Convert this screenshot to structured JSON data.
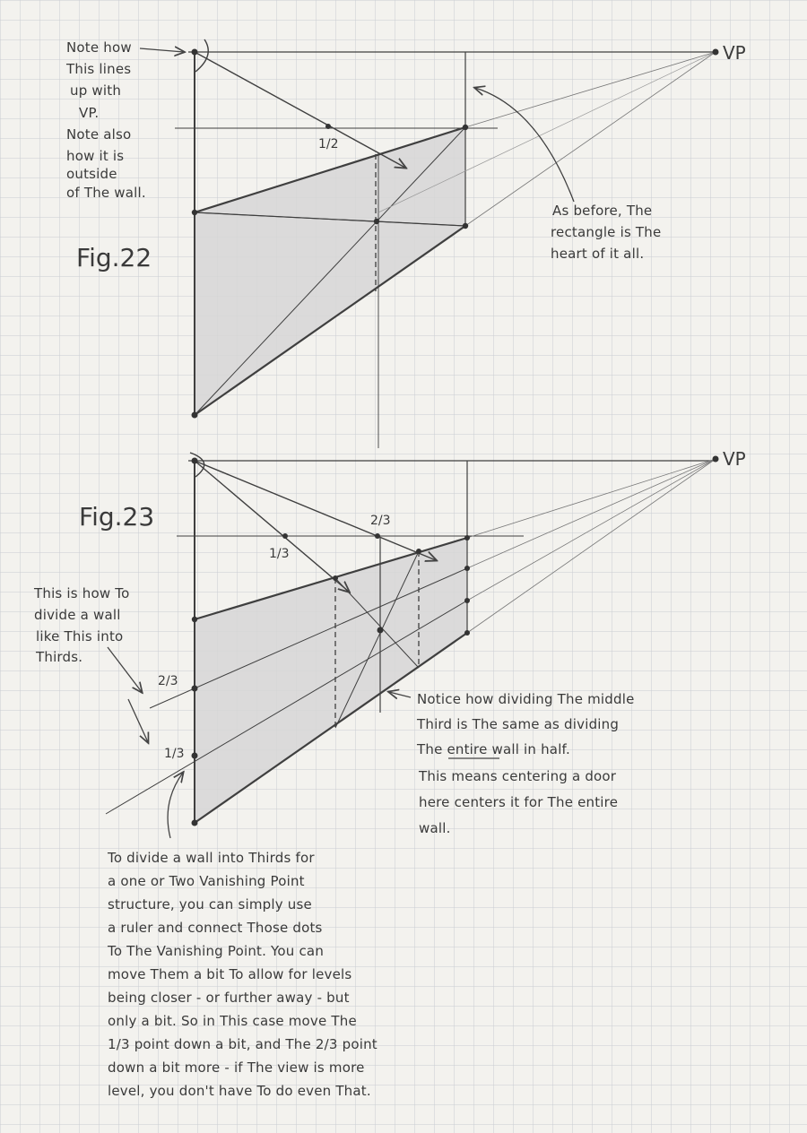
{
  "fig22": {
    "title": "Fig.22",
    "vp_label": "VP",
    "half_label": "1/2",
    "note_left": [
      "Note how",
      "This lines",
      "up with",
      "VP.",
      "Note also",
      "how it is",
      "outside",
      "of The wall."
    ],
    "note_right": [
      "As before, The",
      "rectangle is The",
      "heart of it all."
    ]
  },
  "fig23": {
    "title": "Fig.23",
    "vp_label": "VP",
    "one_third_top": "1/3",
    "two_third_top": "2/3",
    "two_third_side": "2/3",
    "one_third_side": "1/3",
    "note_left": [
      "This is how To",
      "divide a wall",
      "like This into",
      "Thirds."
    ],
    "note_right": [
      "Notice how dividing The middle",
      "Third is The same as dividing",
      "The entire wall in half.",
      "This means centering a door",
      "here centers it for The entire",
      "wall."
    ],
    "note_bottom": [
      "To divide a wall into Thirds for",
      "a one or Two Vanishing Point",
      "structure, you can simply use",
      "a ruler and connect Those dots",
      "To The Vanishing Point. You can",
      "move Them a bit To allow for levels",
      "being closer - or further away - but",
      "only a bit. So in This case move The",
      "1/3 point down a bit, and The 2/3 point",
      "down a bit more - if The view is more",
      "level, you don't have To do even That."
    ]
  },
  "colors": {
    "paper": "#f3f2ee",
    "grid": "#c7cbd1",
    "pencil": "#3f3f3f",
    "shade": "#d4d4d4"
  }
}
